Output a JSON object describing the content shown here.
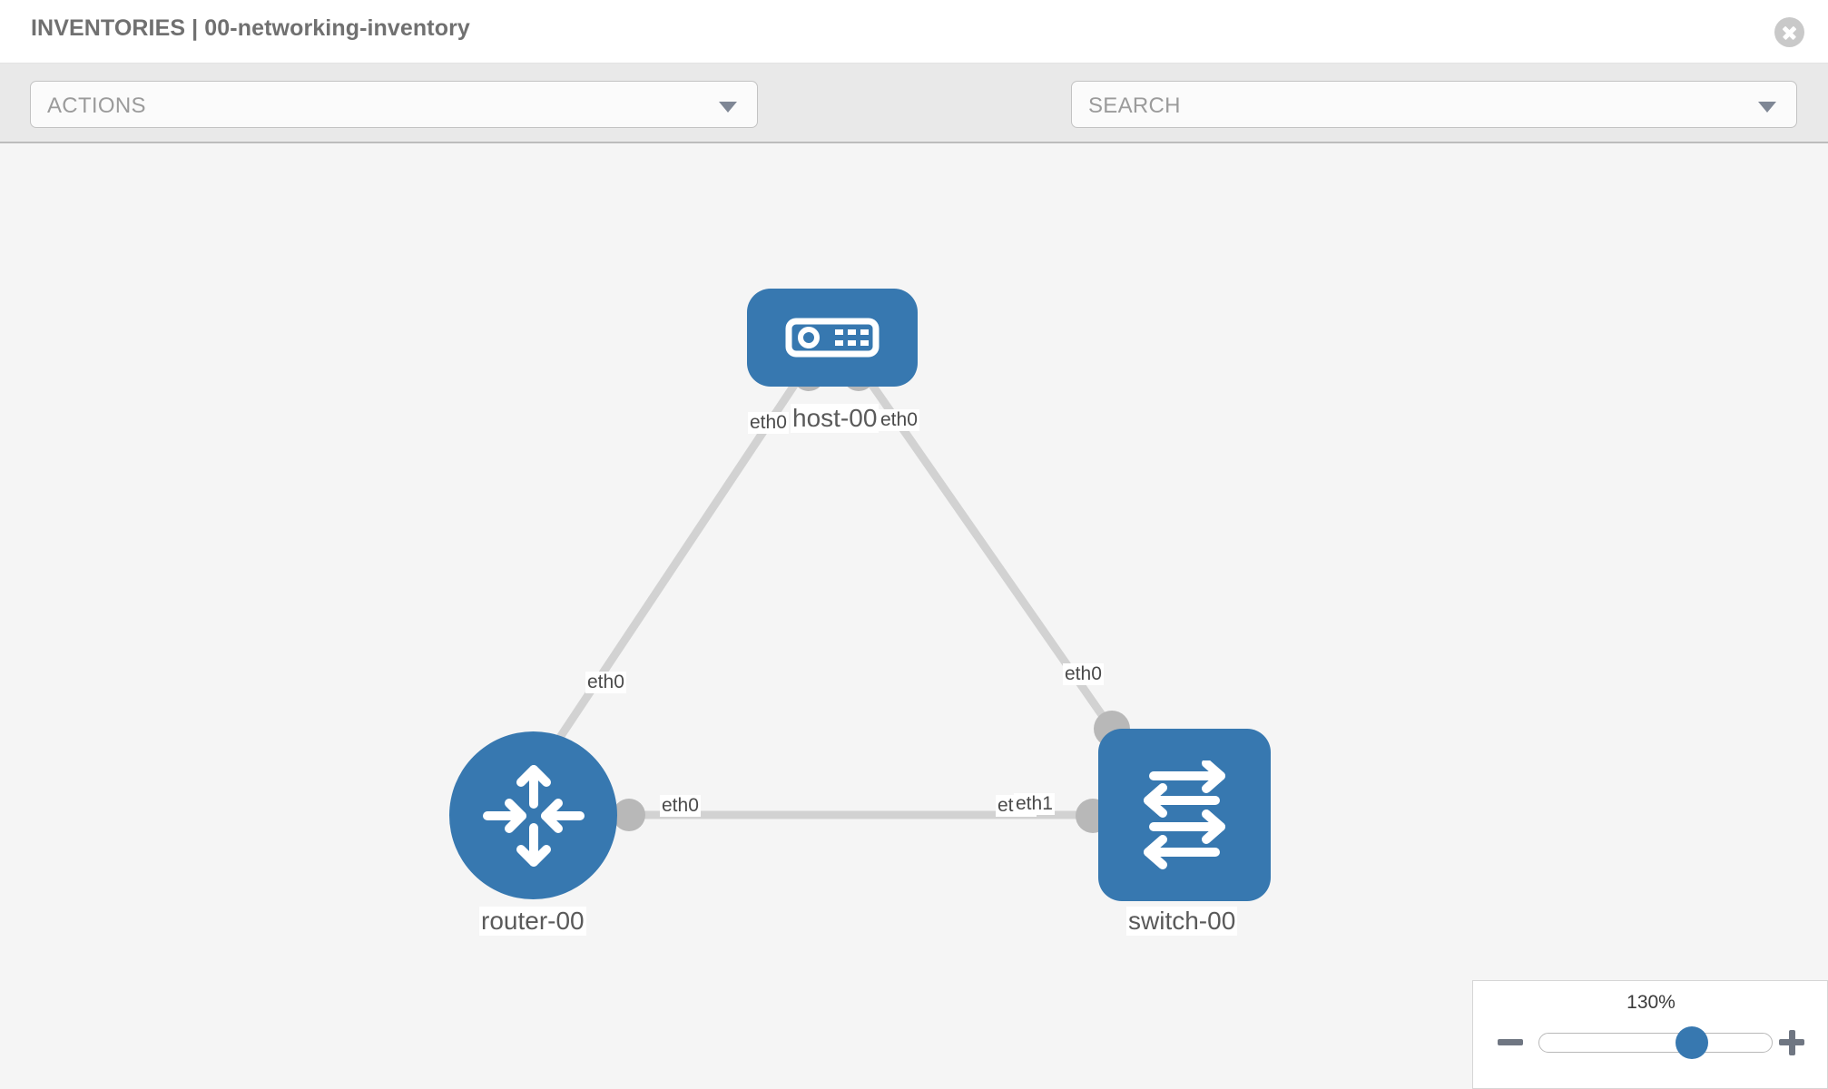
{
  "header": {
    "title": "INVENTORIES | 00-networking-inventory",
    "close_icon": "close-icon"
  },
  "toolbar": {
    "actions_label": "ACTIONS",
    "actions_caret_icon": "chevron-down-icon",
    "wrench_icon": "wrench-icon",
    "key_icon": "key-icon",
    "search_placeholder": "SEARCH",
    "search_caret_icon": "chevron-down-icon"
  },
  "topology": {
    "nodes": [
      {
        "id": "host-00",
        "label": "host-00",
        "type": "host",
        "icon": "server-icon",
        "color": "#3778b0"
      },
      {
        "id": "router-00",
        "label": "router-00",
        "type": "router",
        "icon": "router-arrows-icon",
        "color": "#3778b0"
      },
      {
        "id": "switch-00",
        "label": "switch-00",
        "type": "switch",
        "icon": "switch-arrows-icon",
        "color": "#3778b0"
      }
    ],
    "links": [
      {
        "from": "host-00",
        "from_interface": "eth0",
        "to": "router-00",
        "to_interface": "eth0"
      },
      {
        "from": "host-00",
        "from_interface": "eth0",
        "to": "switch-00",
        "to_interface": "eth0"
      },
      {
        "from": "router-00",
        "from_interface": "eth0",
        "to": "switch-00",
        "to_interface": "eth1"
      }
    ],
    "interface_labels": {
      "host_left": "eth0",
      "host_right": "eth0",
      "router_uplink": "eth0",
      "switch_uplink": "eth0",
      "router_right": "eth0",
      "switch_left_a": "eth0",
      "switch_left_b": "eth1"
    },
    "link_color": "#d2d2d2",
    "connector_color": "#b8b8b8"
  },
  "zoom_control": {
    "value": "130%",
    "minus_label": "zoom-out",
    "plus_label": "zoom-in",
    "thumb_percent": 68
  }
}
